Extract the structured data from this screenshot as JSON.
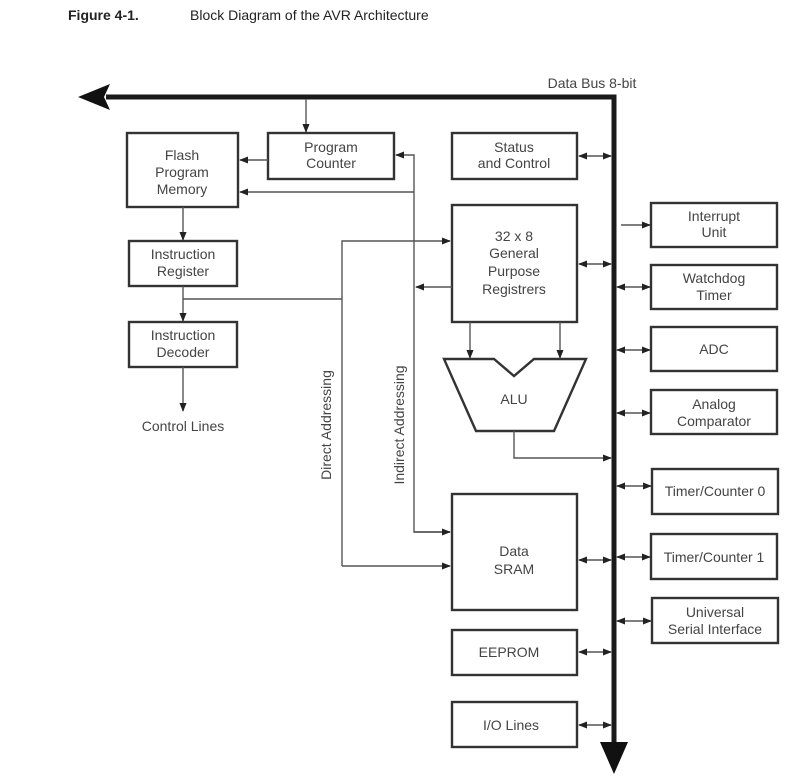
{
  "caption": {
    "figure_number": "Figure 4-1.",
    "title": "Block Diagram of the AVR Architecture"
  },
  "bus": {
    "label": "Data Bus 8-bit"
  },
  "blocks": {
    "flash": [
      "Flash",
      "Program",
      "Memory"
    ],
    "program_counter": [
      "Program",
      "Counter"
    ],
    "status_control": [
      "Status",
      "and Control"
    ],
    "instruction_register": [
      "Instruction",
      "Register"
    ],
    "instruction_decoder": [
      "Instruction",
      "Decoder"
    ],
    "registers": [
      "32 x 8",
      "General",
      "Purpose",
      "Registrers"
    ],
    "alu": "ALU",
    "data_sram": [
      "Data",
      "SRAM"
    ],
    "eeprom": "EEPROM",
    "io_lines": "I/O Lines",
    "interrupt_unit": [
      "Interrupt",
      "Unit"
    ],
    "watchdog_timer": [
      "Watchdog",
      "Timer"
    ],
    "adc": "ADC",
    "analog_comparator": [
      "Analog",
      "Comparator"
    ],
    "timer_counter_0": "Timer/Counter 0",
    "timer_counter_1": "Timer/Counter 1",
    "usi": [
      "Universal",
      "Serial Interface"
    ]
  },
  "labels": {
    "control_lines": "Control Lines",
    "direct_addressing": "Direct Addressing",
    "indirect_addressing": "Indirect Addressing"
  }
}
